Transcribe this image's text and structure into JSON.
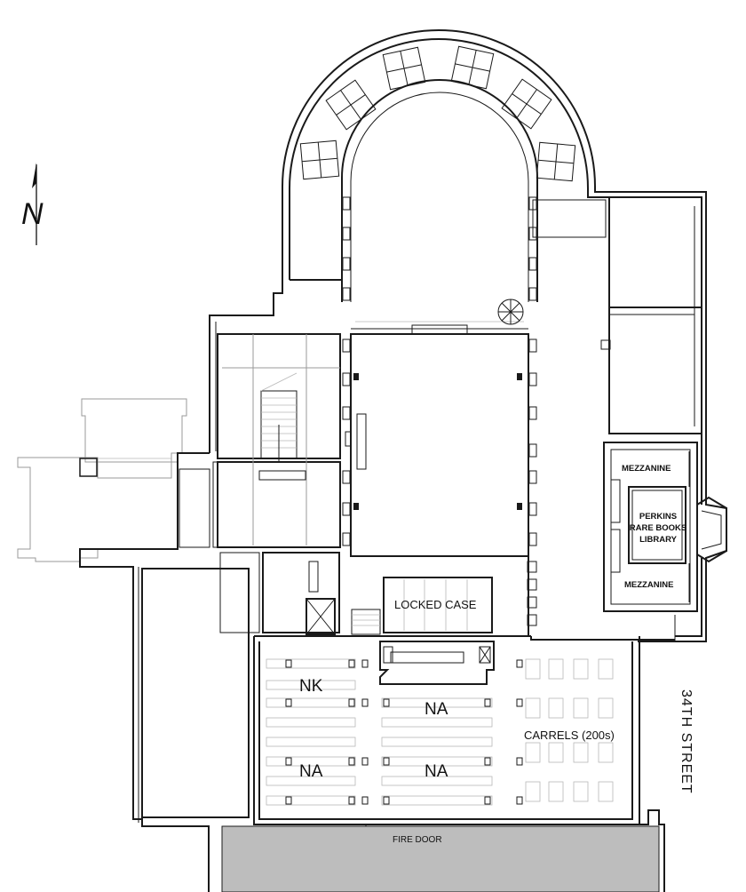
{
  "compass": {
    "letter": "N"
  },
  "labels": {
    "mezzanine_top": "MEZZANINE",
    "perkins_1": "PERKINS",
    "perkins_2": "RARE BOOKS",
    "perkins_3": "LIBRARY",
    "mezzanine_bottom": "MEZZANINE",
    "locked_case": "LOCKED CASE",
    "nk": "NK",
    "na_center_top": "NA",
    "na_left": "NA",
    "na_center_bottom": "NA",
    "carrels": "CARRELS (200s)",
    "fire_door": "FIRE DOOR",
    "street": "34TH STREET"
  },
  "colors": {
    "wall": "#1a1a1a",
    "outbuilding": "#9a9a9a",
    "annex_fill": "#bdbdbd",
    "background": "#ffffff"
  }
}
